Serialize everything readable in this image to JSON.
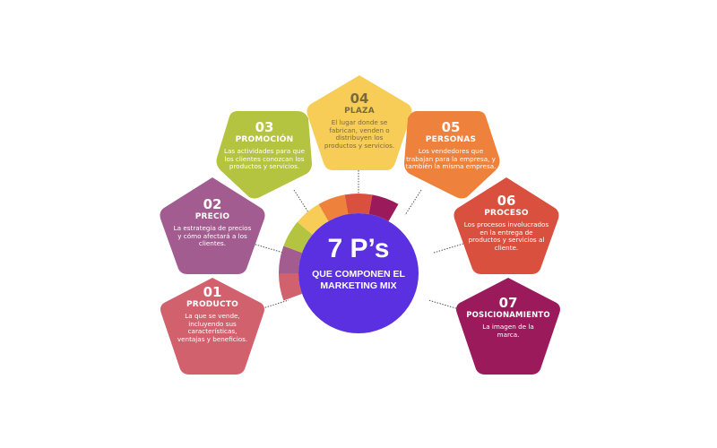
{
  "center": {
    "title": "7 P’s",
    "subtitle_line1": "QUE COMPONEN EL",
    "subtitle_line2": "MARKETING MIX",
    "color": "#5a30e0"
  },
  "items": [
    {
      "number": "01",
      "title": "PRODUCTO",
      "description": "La que se vende, incluyendo sus características, ventajas y beneficios.",
      "color": "#d2616e"
    },
    {
      "number": "02",
      "title": "PRECIO",
      "description": "La estrategia de precios y cómo afectará a los clientes.",
      "color": "#a35c8f"
    },
    {
      "number": "03",
      "title": "PROMOCIÓN",
      "description": "Las actividades para que los clientes conozcan los productos y servicios.",
      "color": "#b5c440"
    },
    {
      "number": "04",
      "title": "PLAZA",
      "description": "El lugar donde se fabrican, venden o distribuyen los productos y servicios.",
      "color": "#f7cd57"
    },
    {
      "number": "05",
      "title": "PERSONAS",
      "description": "Los vendedores que trabajan para la empresa, y también la misma empresa.",
      "color": "#ee813b"
    },
    {
      "number": "06",
      "title": "PROCESO",
      "description": "Los procesos involucrados en la entrega de productos y servicios al cliente.",
      "color": "#d9503f"
    },
    {
      "number": "07",
      "title": "POSICIONAMIENTO",
      "description": "La imagen de la marca.",
      "color": "#9b1a5c"
    }
  ]
}
